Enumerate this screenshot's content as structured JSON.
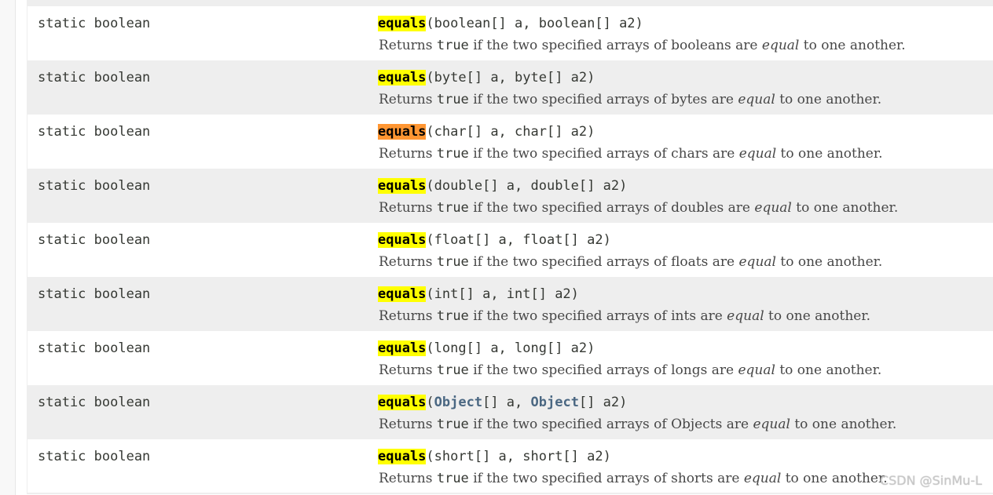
{
  "rows": [
    {
      "modifier": "static boolean",
      "method": "equals",
      "params": [
        "boolean[] a, boolean[] a2"
      ],
      "desc_prefix": "Returns ",
      "desc_code": "true",
      "desc_mid": " if the two specified arrays of booleans are ",
      "desc_em": "equal",
      "desc_suffix": " to one another."
    },
    {
      "modifier": "static boolean",
      "method": "equals",
      "params": [
        "byte[] a, byte[] a2"
      ],
      "desc_prefix": "Returns ",
      "desc_code": "true",
      "desc_mid": " if the two specified arrays of bytes are ",
      "desc_em": "equal",
      "desc_suffix": " to one another."
    },
    {
      "modifier": "static boolean",
      "method": "equals",
      "params": [
        "char[] a, char[] a2"
      ],
      "desc_prefix": "Returns ",
      "desc_code": "true",
      "desc_mid": " if the two specified arrays of chars are ",
      "desc_em": "equal",
      "desc_suffix": " to one another."
    },
    {
      "modifier": "static boolean",
      "method": "equals",
      "params": [
        "double[] a, double[] a2"
      ],
      "desc_prefix": "Returns ",
      "desc_code": "true",
      "desc_mid": " if the two specified arrays of doubles are ",
      "desc_em": "equal",
      "desc_suffix": " to one another."
    },
    {
      "modifier": "static boolean",
      "method": "equals",
      "params": [
        "float[] a, float[] a2"
      ],
      "desc_prefix": "Returns ",
      "desc_code": "true",
      "desc_mid": " if the two specified arrays of floats are ",
      "desc_em": "equal",
      "desc_suffix": " to one another."
    },
    {
      "modifier": "static boolean",
      "method": "equals",
      "params": [
        "int[] a, int[] a2"
      ],
      "desc_prefix": "Returns ",
      "desc_code": "true",
      "desc_mid": " if the two specified arrays of ints are ",
      "desc_em": "equal",
      "desc_suffix": " to one another."
    },
    {
      "modifier": "static boolean",
      "method": "equals",
      "params": [
        "long[] a, long[] a2"
      ],
      "desc_prefix": "Returns ",
      "desc_code": "true",
      "desc_mid": " if the two specified arrays of longs are ",
      "desc_em": "equal",
      "desc_suffix": " to one another."
    },
    {
      "modifier": "static boolean",
      "method": "equals",
      "param_parts": {
        "open": "(",
        "type1": "Object",
        "mid": "[] a, ",
        "type2": "Object",
        "close": "[] a2)"
      },
      "desc_prefix": "Returns ",
      "desc_code": "true",
      "desc_mid": " if the two specified arrays of Objects are ",
      "desc_em": "equal",
      "desc_suffix": " to one another."
    },
    {
      "modifier": "static boolean",
      "method": "equals",
      "params": [
        "short[] a, short[] a2"
      ],
      "desc_prefix": "Returns ",
      "desc_code": "true",
      "desc_mid": " if the two specified arrays of shorts are ",
      "desc_em": "equal",
      "desc_suffix": " to one another."
    }
  ],
  "paren_open": "(",
  "paren_close": ")",
  "watermark": "CSDN @SinMu-L",
  "colors": {
    "highlight": "#ffff00",
    "current_match": "#ff9632",
    "row_alt": "#eeeeee",
    "type_link": "#4a6782"
  }
}
